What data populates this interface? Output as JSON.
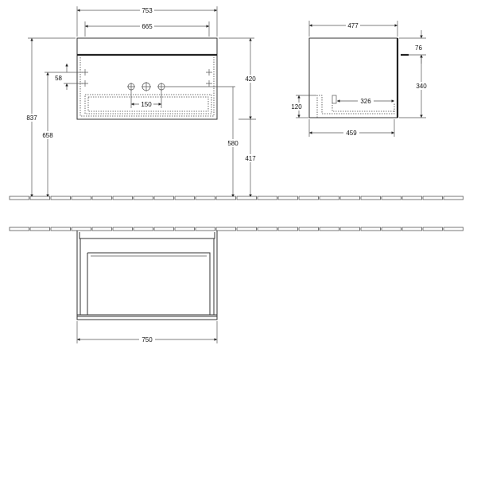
{
  "front_view": {
    "dimensions": {
      "overall_width": "753",
      "inner_width": "665",
      "top_offset": "58",
      "overall_height": "837",
      "mount_height": "658",
      "hole_spacing": "150",
      "cabinet_height": "420",
      "floor_to_cabinet": "580",
      "floor_to_bottom": "417"
    }
  },
  "side_view": {
    "dimensions": {
      "depth": "477",
      "top_offset": "76",
      "height": "340",
      "cutout_height": "120",
      "cutout_depth": "326",
      "inner_depth": "459"
    }
  },
  "plan_view": {
    "dimensions": {
      "width": "750"
    }
  }
}
